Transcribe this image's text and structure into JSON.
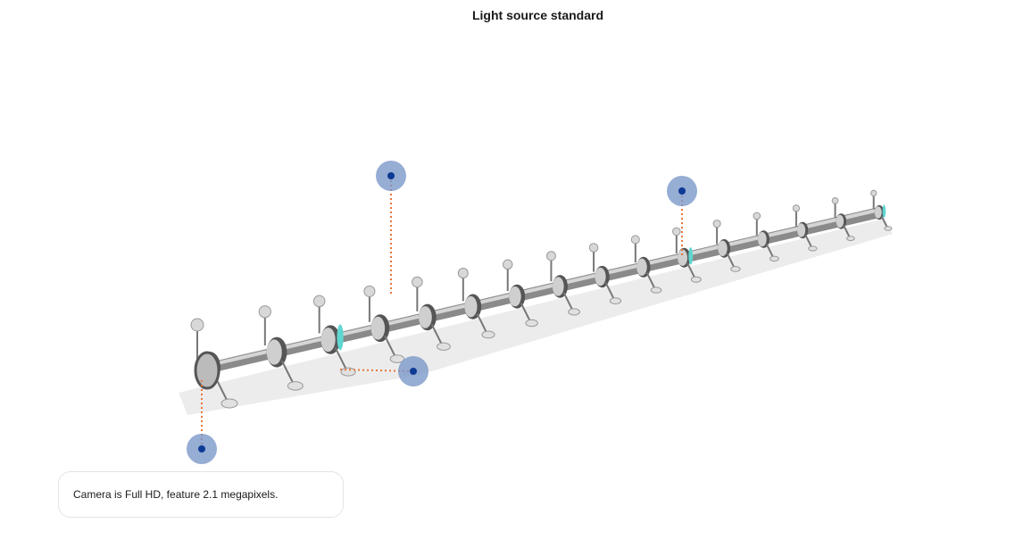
{
  "title": "Light source standard",
  "info_text": "Camera is Full HD, feature 2.1 megapixels.",
  "colors": {
    "hotspot": "#7896c8",
    "hotspot_dot": "#0d3a94",
    "leader_line": "#e8763a",
    "accent_ring": "#5fd6d0"
  },
  "hotspots": [
    {
      "name": "hotspot-light-top"
    },
    {
      "name": "hotspot-upper-right"
    },
    {
      "name": "hotspot-middle"
    },
    {
      "name": "hotspot-camera"
    }
  ]
}
